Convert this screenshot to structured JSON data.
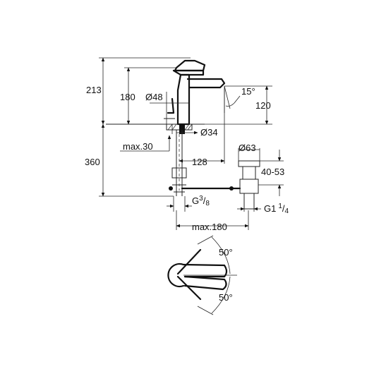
{
  "dimensions": {
    "total_height": "213",
    "spout_height": "180",
    "base_diameter": "Ø48",
    "spout_angle": "15°",
    "outlet_height": "120",
    "hole_diameter": "Ø34",
    "max_deck_thickness": "max.30",
    "below_deck": "360",
    "spout_reach": "128",
    "waste_diameter": "Ø63",
    "waste_range": "40-53",
    "hose_thread_main": "G",
    "hose_thread_num": "3",
    "hose_thread_den": "8",
    "waste_thread_main": "G1",
    "waste_thread_num": "1",
    "waste_thread_den": "4",
    "max_depth": "max.180",
    "lever_angle_top": "50°",
    "lever_angle_bottom": "50°"
  },
  "colors": {
    "line": "#222222",
    "background": "#ffffff"
  }
}
